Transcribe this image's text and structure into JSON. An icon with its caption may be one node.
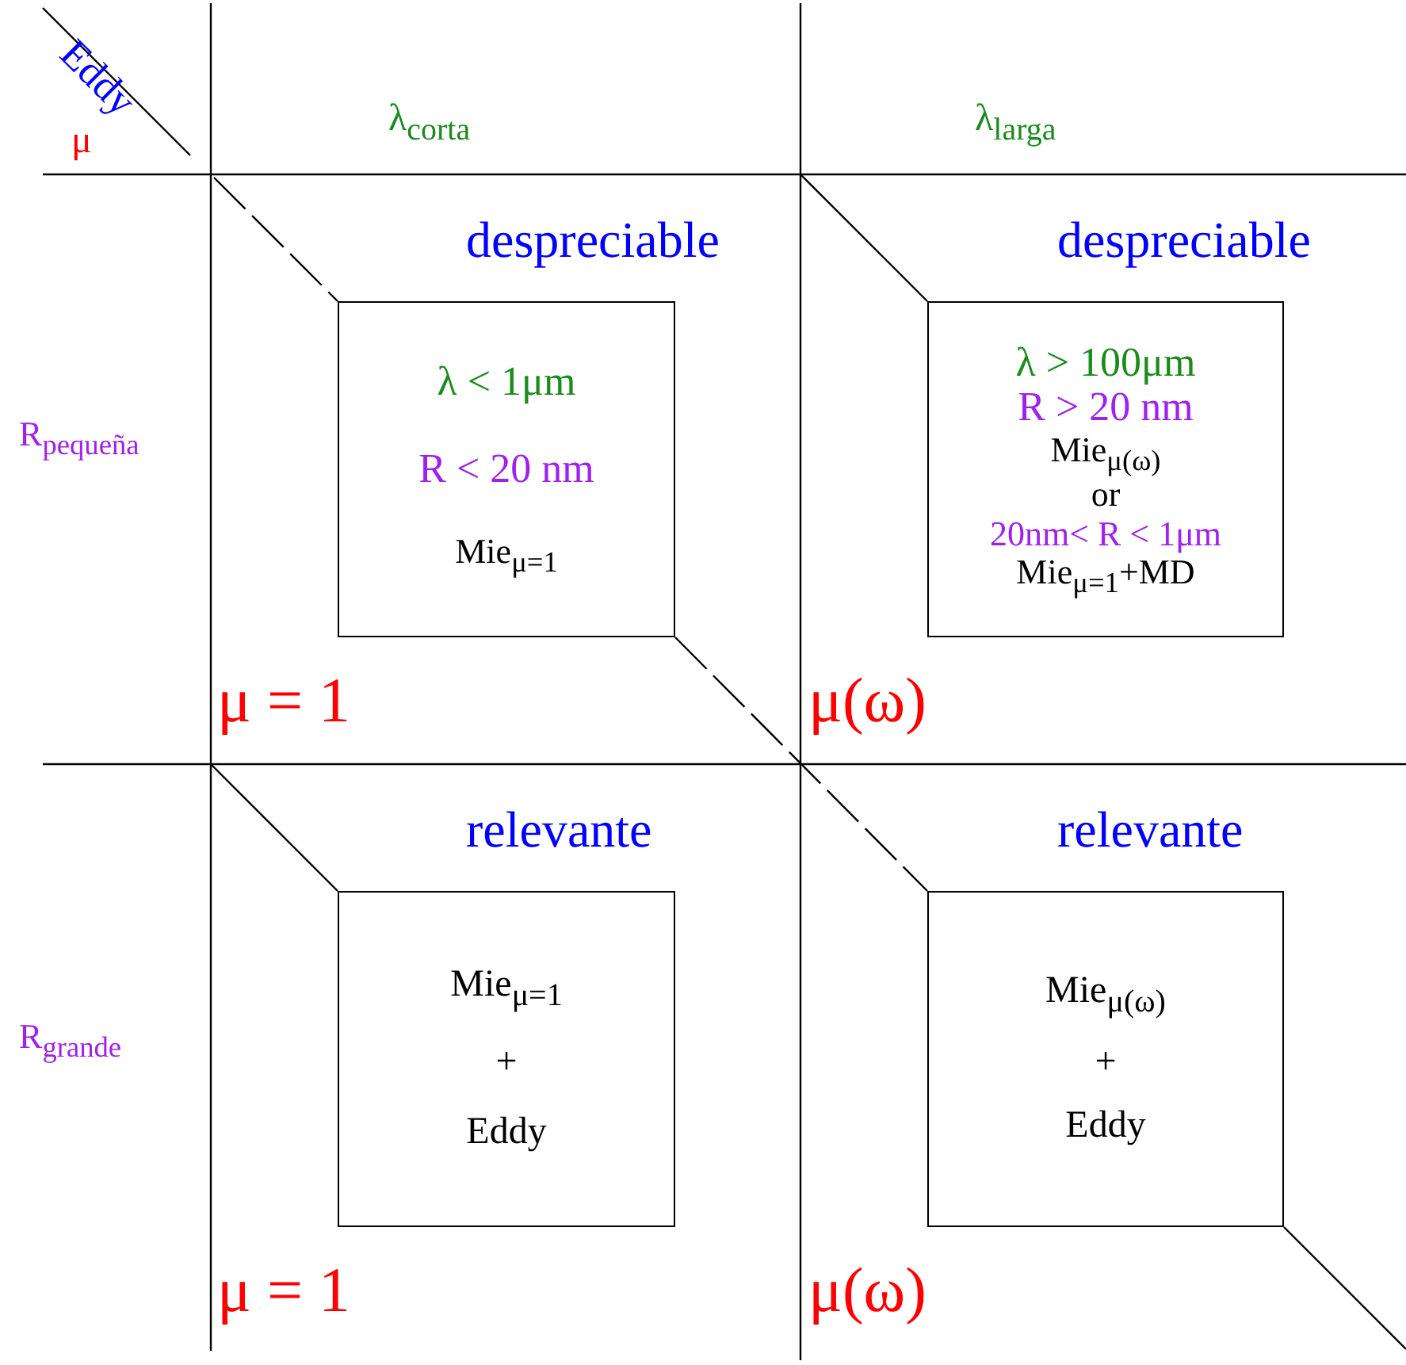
{
  "diagram": {
    "nodes": [
      {
        "text": [
          "λ < 1μm",
          "R < 20 nm",
          "Mie$_{μ=1}$"
        ]
      },
      {
        "text": [
          "λ > 100μm",
          "R > 20 nm",
          "Mie$_{μ(ω)}$",
          "or",
          "20nm< R < 1μm",
          "Mie$_{μ=1}$+MD"
        ]
      },
      {
        "text": [
          "Mie$_{μ=1}$",
          "+",
          "Eddy"
        ]
      },
      {
        "text": [
          "Mie$_{μ(ω)}$",
          "+",
          "Eddy"
        ]
      }
    ],
    "edges": [
      {
        "from": 0,
        "to": 3,
        "arrow": "none",
        "style": "dashed"
      }
    ],
    "labels": [
      "Eddy",
      "μ",
      "λ$_{corta}$",
      "λ$_{larga}$",
      "despreciable",
      "despreciable",
      "R$_{pequeña}$",
      "μ = 1",
      "μ(ω)",
      "relevante",
      "relevante",
      "R$_{grande}$",
      "μ = 1",
      "μ(ω)"
    ]
  }
}
